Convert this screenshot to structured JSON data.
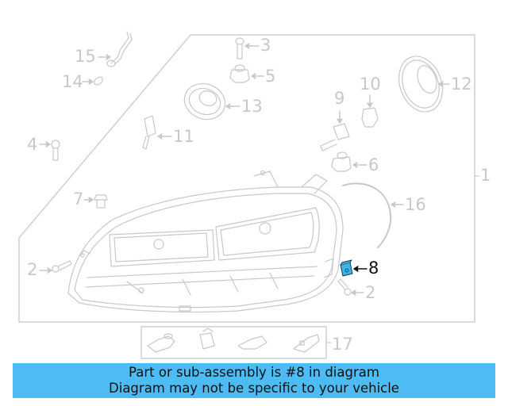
{
  "diagram": {
    "subject": "headlamp assembly exploded view",
    "line_color": "#c8c8c8",
    "highlight_color": "#3cb4e6",
    "highlighted_part": "8",
    "callouts": [
      {
        "id": "1",
        "label": "1"
      },
      {
        "id": "2a",
        "label": "2"
      },
      {
        "id": "2b",
        "label": "2"
      },
      {
        "id": "3",
        "label": "3"
      },
      {
        "id": "4",
        "label": "4"
      },
      {
        "id": "5",
        "label": "5"
      },
      {
        "id": "6",
        "label": "6"
      },
      {
        "id": "7",
        "label": "7"
      },
      {
        "id": "8",
        "label": "8"
      },
      {
        "id": "9",
        "label": "9"
      },
      {
        "id": "10",
        "label": "10"
      },
      {
        "id": "11",
        "label": "11"
      },
      {
        "id": "12",
        "label": "12"
      },
      {
        "id": "13",
        "label": "13"
      },
      {
        "id": "14",
        "label": "14"
      },
      {
        "id": "15",
        "label": "15"
      },
      {
        "id": "16",
        "label": "16"
      },
      {
        "id": "17",
        "label": "17"
      }
    ]
  },
  "banner": {
    "background": "#4dbcf4",
    "line1": "Part or sub-assembly is #8 in diagram",
    "line2": "Diagram may not be specific to your vehicle"
  }
}
